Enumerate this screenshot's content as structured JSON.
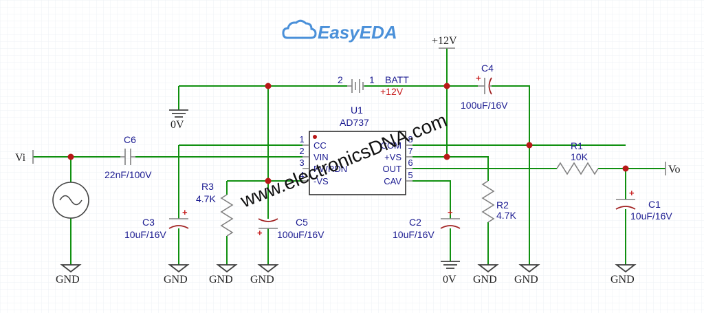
{
  "logo": {
    "text": "EasyEDA",
    "color": "#4a90d9"
  },
  "watermark": "www.electronicsDNA.com",
  "colors": {
    "wire": "#109010",
    "junction": "#b81818",
    "label": "#1a1a90",
    "value_red": "#c82020"
  },
  "chip": {
    "ref": "U1",
    "part": "AD737",
    "pins_left": [
      {
        "num": "1",
        "name": "CC"
      },
      {
        "num": "2",
        "name": "VIN"
      },
      {
        "num": "3",
        "name": "PWRDN"
      },
      {
        "num": "4",
        "name": "-VS"
      }
    ],
    "pins_right": [
      {
        "num": "8",
        "name": "COM"
      },
      {
        "num": "7",
        "name": "+VS"
      },
      {
        "num": "6",
        "name": "OUT"
      },
      {
        "num": "5",
        "name": "CAV"
      }
    ]
  },
  "battery": {
    "ref": "BATT",
    "value": "+12V",
    "pin_a": "2",
    "pin_b": "1"
  },
  "supply": "+12V",
  "nets": {
    "ground": "GND",
    "zero": "0V",
    "input": "Vi",
    "output": "Vo"
  },
  "parts": {
    "c6": {
      "ref": "C6",
      "value": "22nF/100V"
    },
    "c4": {
      "ref": "C4",
      "value": "100uF/16V"
    },
    "c3": {
      "ref": "C3",
      "value": "10uF/16V"
    },
    "c5": {
      "ref": "C5",
      "value": "100uF/16V"
    },
    "c2": {
      "ref": "C2",
      "value": "10uF/16V"
    },
    "c1": {
      "ref": "C1",
      "value": "10uF/16V"
    },
    "r1": {
      "ref": "R1",
      "value": "10K"
    },
    "r2": {
      "ref": "R2",
      "value": "4.7K"
    },
    "r3": {
      "ref": "R3",
      "value": "4.7K"
    }
  },
  "polarity_mark": "+"
}
